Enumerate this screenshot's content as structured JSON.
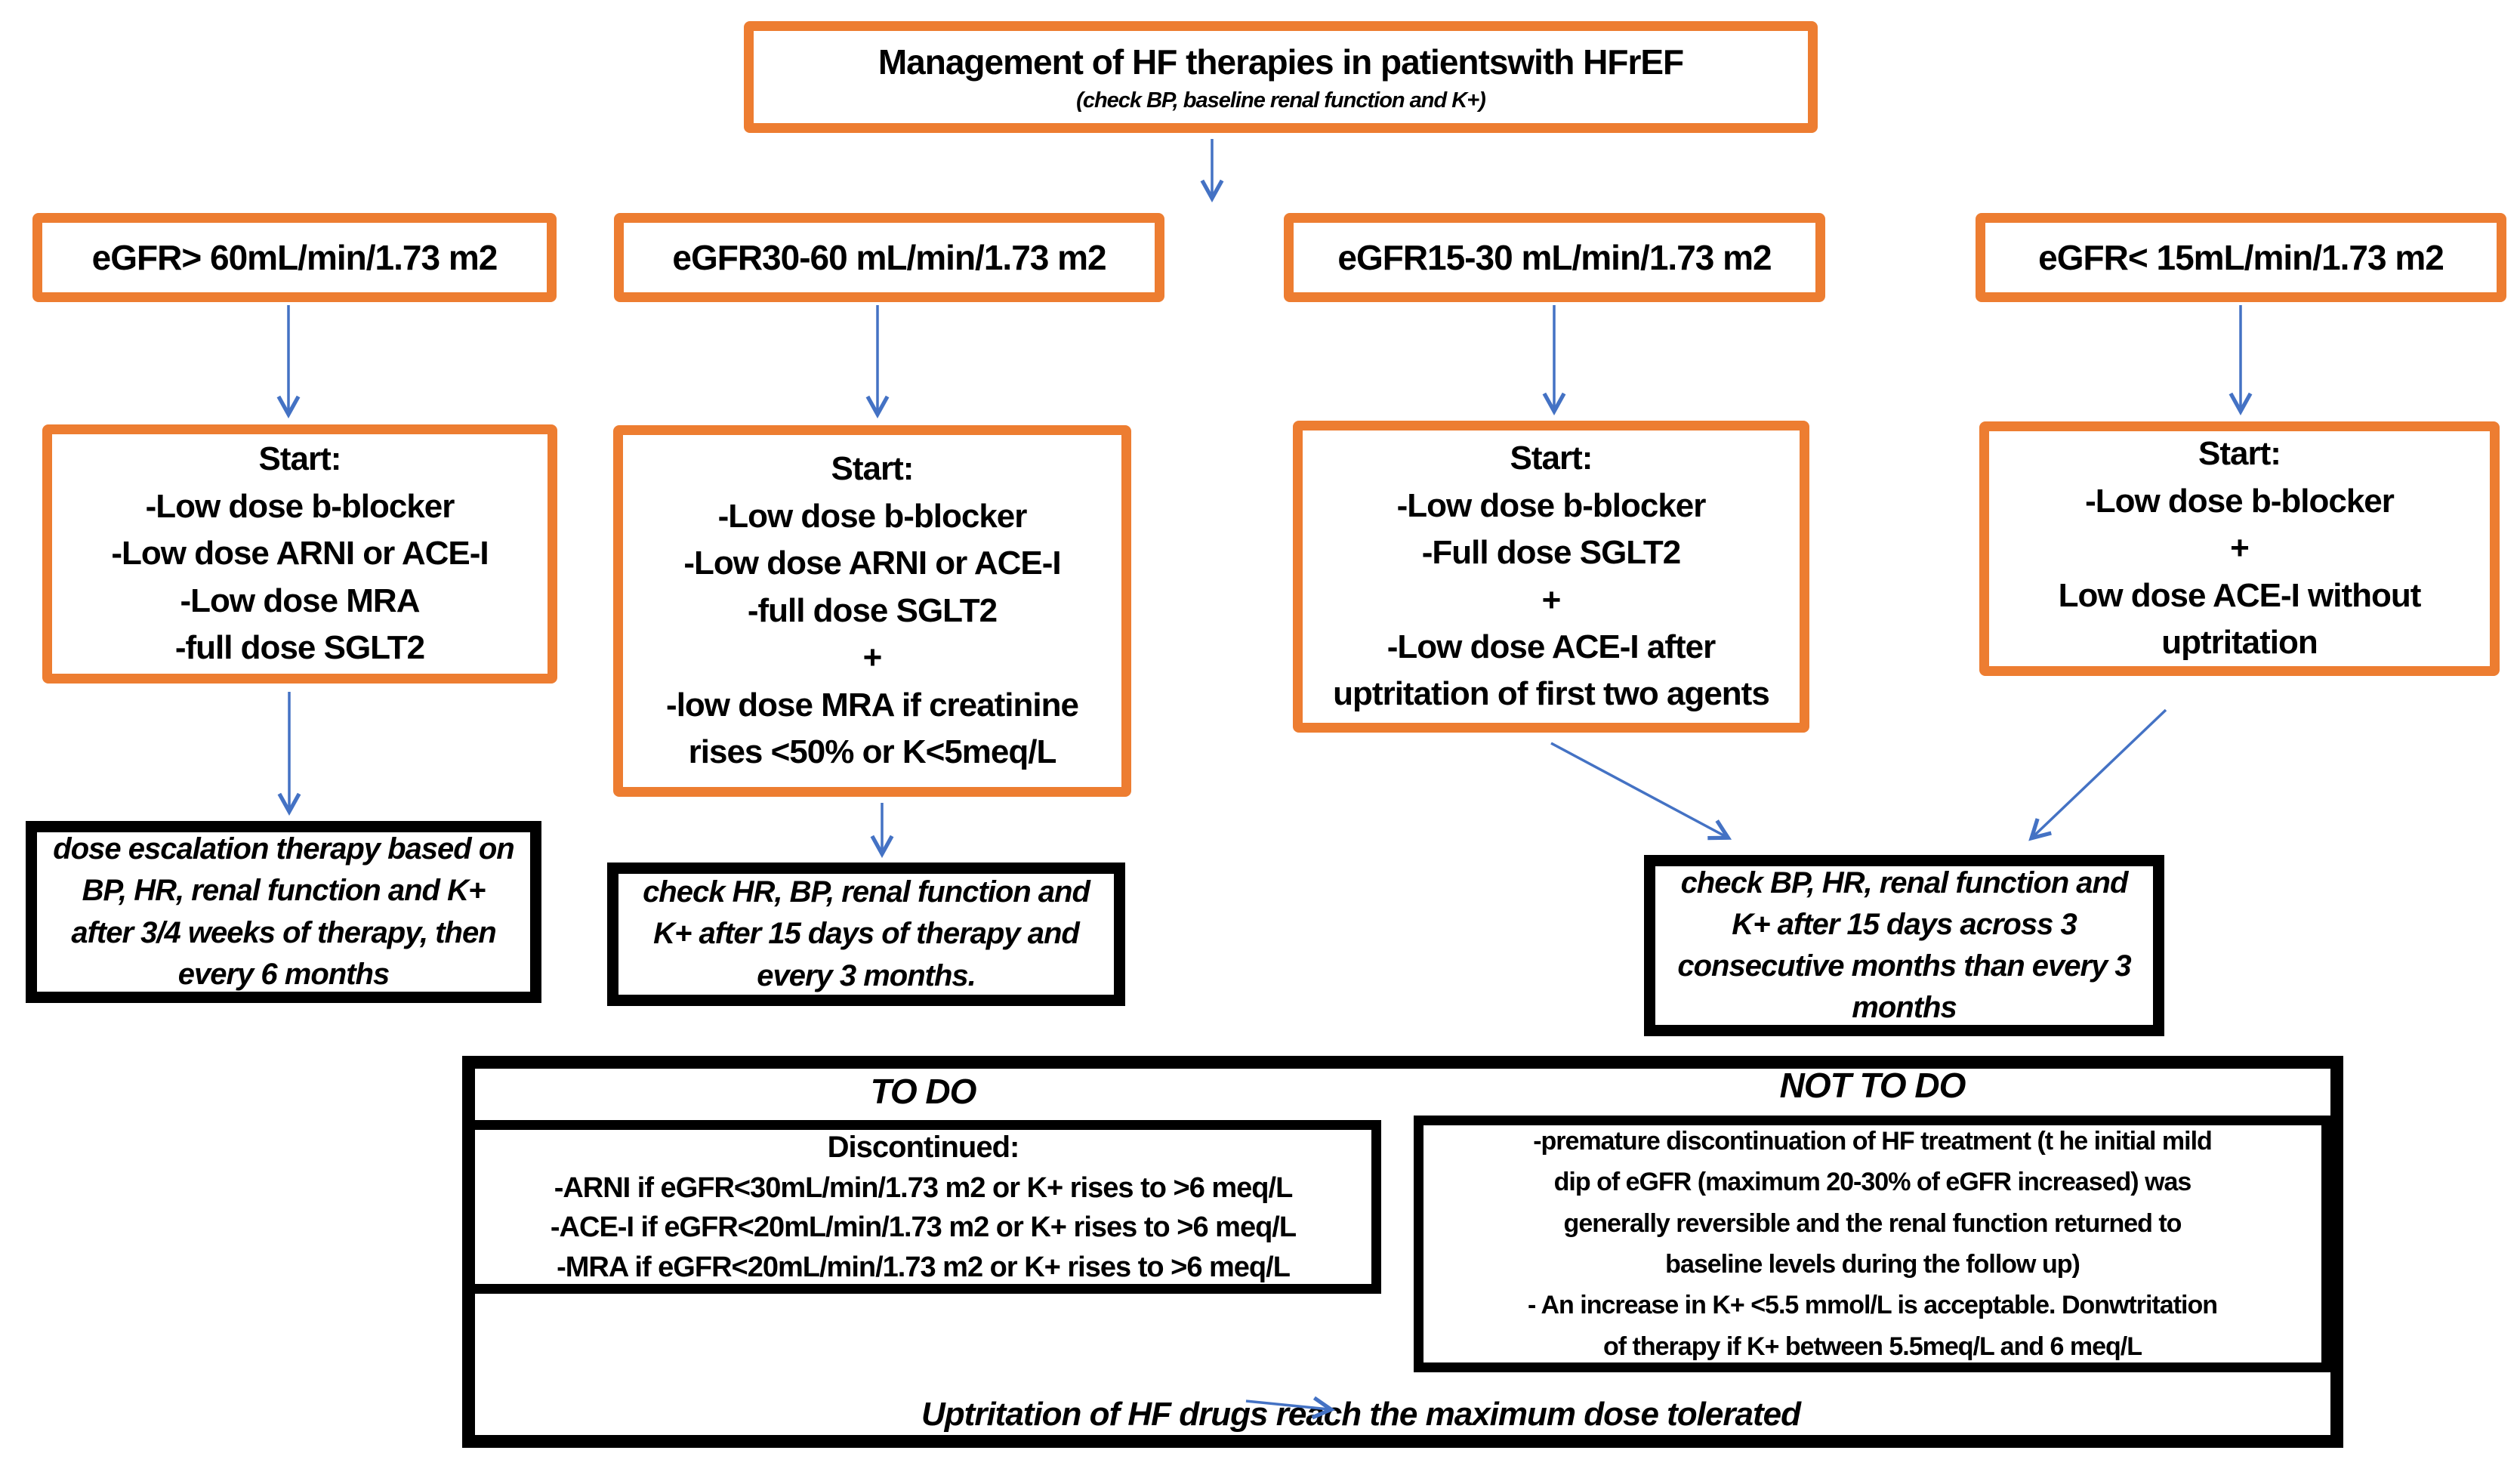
{
  "colors": {
    "orange": "#ED7D31",
    "blue": "#4472C4",
    "black": "#000000"
  },
  "title_box": {
    "title": "Management of HF therapies in patientswith HFrEF",
    "subtitle": "(check BP, baseline  renal function and K+)"
  },
  "egfr_boxes": [
    {
      "label": "eGFR> 60mL/min/1.73 m2"
    },
    {
      "label": "eGFR30-60 mL/min/1.73 m2"
    },
    {
      "label": "eGFR15-30 mL/min/1.73 m2"
    },
    {
      "label": "eGFR< 15mL/min/1.73 m2"
    }
  ],
  "start_boxes": [
    {
      "lines": [
        "Start:",
        "-Low dose b-blocker",
        "-Low dose ARNI or ACE-I",
        "-Low dose MRA",
        "-full dose SGLT2"
      ]
    },
    {
      "lines": [
        "Start:",
        "-Low dose b-blocker",
        "-Low dose ARNI or ACE-I",
        "-full dose SGLT2",
        "+",
        "-low dose MRA if creatinine",
        "rises <50% or K<5meq/L"
      ]
    },
    {
      "lines": [
        "Start:",
        "-Low dose b-blocker",
        "-Full dose SGLT2",
        "+",
        "-Low dose ACE-I after",
        "uptritation of first two agents"
      ]
    },
    {
      "lines": [
        "Start:",
        "-Low dose b-blocker",
        "+",
        "Low dose ACE-I without",
        "uptritation"
      ]
    }
  ],
  "monitor_boxes": [
    {
      "lines": [
        "dose escalation therapy based on",
        "BP, HR, renal function and K+",
        "after 3/4 weeks of therapy, then",
        "every 6 months"
      ]
    },
    {
      "lines": [
        "check HR, BP, renal function and",
        "K+ after 15 days of therapy and",
        "every 3 months."
      ]
    },
    {
      "lines": [
        "check BP, HR, renal function and",
        "K+ after 15 days across 3",
        "consecutive months than every 3",
        "months"
      ]
    }
  ],
  "todo_section": {
    "todo_label": "TO DO",
    "not_todo_label": "NOT TO DO",
    "discontinued": {
      "heading": "Discontinued:",
      "items": [
        "-ARNI if eGFR<30mL/min/1.73 m2 or  K+ rises to >6  meq/L",
        "-ACE-I if eGFR<20mL/min/1.73 m2 or  K+ rises to >6  meq/L",
        "-MRA if eGFR<20mL/min/1.73 m2 or  K+ rises to >6  meq/L"
      ]
    },
    "not_todo": {
      "lines": [
        "-premature discontinuation of HF treatment (t  he initial mild",
        "dip of  eGFR (maximum 20-30% of eGFR increased)  was",
        "generally reversible and the renal function  returned to",
        "baseline levels during the follow up)",
        "- An increase in K+ <5.5  mmol/L is acceptable.  Donwtritation",
        "of therapy if K+ between 5.5meq/L and 6  meq/L"
      ]
    },
    "footer": "Uptritation of HF drugs reach the maximum dose tolerated"
  }
}
